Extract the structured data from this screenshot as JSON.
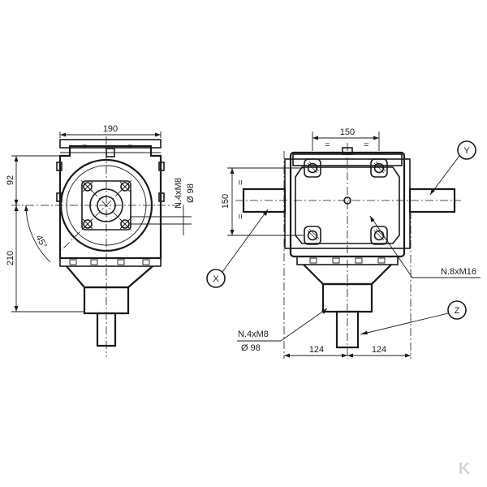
{
  "left_view": {
    "dim_width": "190",
    "dim_top_height": "92",
    "dim_bottom_height": "210",
    "dim_angle": "45°",
    "bolts_count": "N.4xM8",
    "bolts_circle": "Ø 98",
    "equal_mark": "="
  },
  "right_view": {
    "dim_width": "150",
    "dim_height": "150",
    "dim_left": "124",
    "dim_right": "124",
    "bolts_side": "N.8xM16",
    "bolts_bottom_count": "N.4xM8",
    "bolts_bottom_circle": "Ø 98",
    "label_x": "X",
    "label_y": "Y",
    "label_z": "Z",
    "equal_mark": "="
  },
  "watermark": {
    "glyph": "K",
    "color": "#d4d4d4"
  }
}
